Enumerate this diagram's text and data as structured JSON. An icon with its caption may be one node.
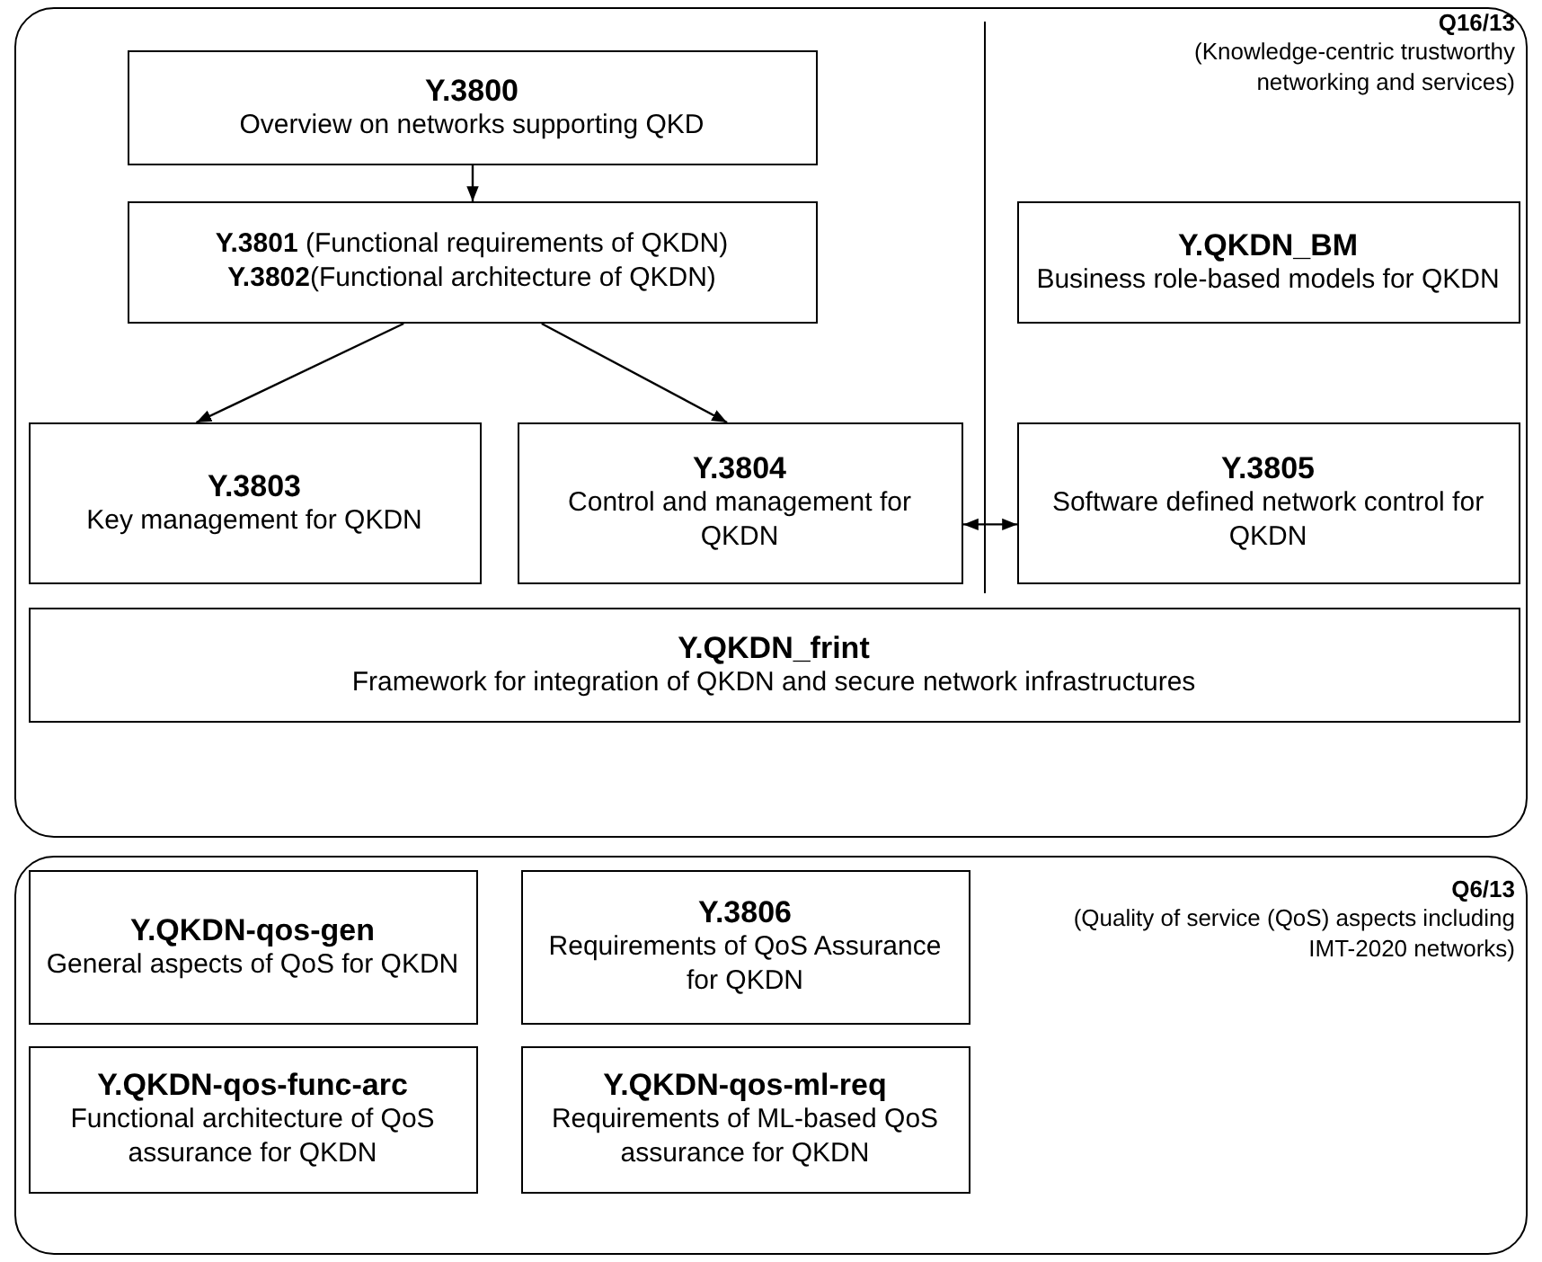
{
  "diagram": {
    "nodes": [
      {
        "text": [
          "Q16/13",
          "(Knowledge-centric trustworthy networking and services)"
        ]
      },
      {
        "text": [
          "Y.3800",
          "Overview on networks supporting QKD"
        ],
        "in": 0
      },
      {
        "text": [
          "**Y.3801** (Functional requirements of QKDN)",
          "**Y.3802**(Functional architecture of QKDN)"
        ],
        "in": 0
      },
      {
        "text": [
          "Y.QKDN_BM",
          "Business role-based models for QKDN"
        ],
        "in": 0
      },
      {
        "text": [
          "Y.3803",
          "Key management for QKDN"
        ],
        "in": 0
      },
      {
        "text": [
          "Y.3804",
          "Control and management for QKDN"
        ],
        "in": 0
      },
      {
        "text": [
          "Y.3805",
          "Software defined network control for QKDN"
        ],
        "in": 0
      },
      {
        "text": [
          "Y.QKDN_frint",
          "Framework for integration of QKDN and secure network infrastructures"
        ],
        "in": 0
      },
      {
        "text": [
          "Q6/13",
          "(Quality of service (QoS) aspects including IMT-2020 networks)"
        ]
      },
      {
        "text": [
          "Y.QKDN-qos-gen",
          "General aspects of QoS for QKDN"
        ],
        "in": 8
      },
      {
        "text": [
          "Y.3806",
          "Requirements of QoS Assurance for QKDN"
        ],
        "in": 8
      },
      {
        "text": [
          "Y.QKDN-qos-func-arc",
          "Functional architecture of QoS assurance for QKDN"
        ],
        "in": 8
      },
      {
        "text": [
          "Y.QKDN-qos-ml-req",
          "Requirements of ML-based QoS assurance for QKDN"
        ],
        "in": 8
      }
    ],
    "edges": [
      {
        "from": 1,
        "to": 2,
        "arrow": "to"
      },
      {
        "from": 2,
        "to": 4,
        "arrow": "to"
      },
      {
        "from": 2,
        "to": 5,
        "arrow": "to"
      },
      {
        "from": 5,
        "to": 6,
        "arrow": "both"
      }
    ]
  }
}
